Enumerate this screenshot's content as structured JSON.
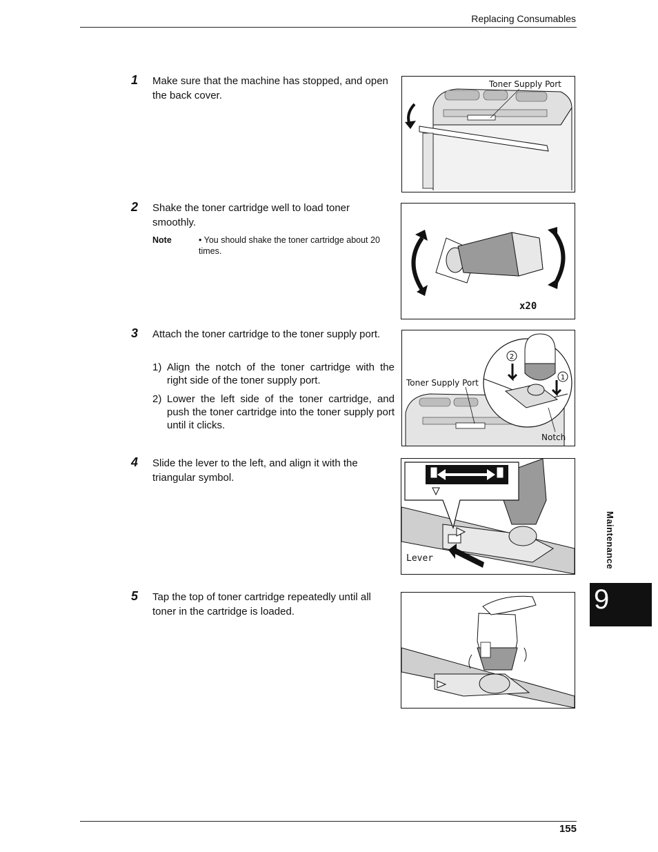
{
  "header": {
    "section_title": "Replacing Consumables"
  },
  "footer": {
    "page_number": "155"
  },
  "side_tab": {
    "label": "Maintenance",
    "chapter": "9"
  },
  "steps": [
    {
      "number": "1",
      "text": "Make sure that the machine has stopped, and open the back cover.",
      "figure": {
        "callout": "Toner Supply Port"
      }
    },
    {
      "number": "2",
      "text": "Shake the toner cartridge well to load toner smoothly.",
      "note": {
        "label": "Note",
        "text": "• You should shake the toner cartridge about 20 times."
      },
      "figure": {
        "callout": "x20"
      }
    },
    {
      "number": "3",
      "text": "Attach the toner cartridge to the toner supply port.",
      "substeps": [
        {
          "number": "1)",
          "text": "Align the notch of the toner cartridge with the right side of the toner supply port."
        },
        {
          "number": "2)",
          "text": "Lower the left side of the toner cartridge, and push the toner cartridge into the toner supply port until it clicks."
        }
      ],
      "figure": {
        "callout_port": "Toner Supply Port",
        "callout_notch": "Notch",
        "marker_1": "1",
        "marker_2": "2"
      }
    },
    {
      "number": "4",
      "text": "Slide the lever to the left, and align it with the triangular symbol.",
      "figure": {
        "callout": "Lever"
      }
    },
    {
      "number": "5",
      "text": "Tap the top of toner cartridge repeatedly until all toner in the cartridge is loaded."
    }
  ]
}
